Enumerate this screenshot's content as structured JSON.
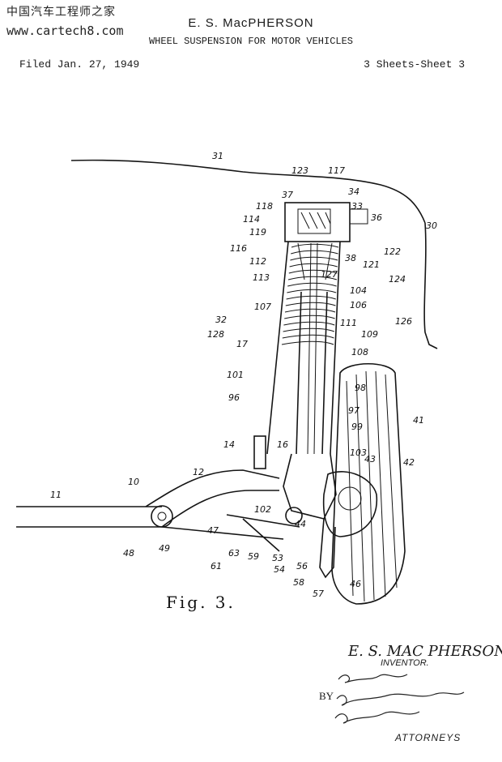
{
  "watermark": {
    "cn_text": "中国汽车工程师之家",
    "url": "www.cartech8.com"
  },
  "header": {
    "inventor": "E. S. MacPHERSON",
    "title": "WHEEL SUSPENSION FOR MOTOR VEHICLES",
    "filed": "Filed Jan. 27, 1949",
    "sheets": "3 Sheets-Sheet 3"
  },
  "figure": {
    "caption": "Fig. 3.",
    "reference_numerals": [
      "31",
      "123",
      "117",
      "37",
      "34",
      "118",
      "33",
      "114",
      "36",
      "30",
      "119",
      "116",
      "122",
      "38",
      "121",
      "112",
      "127",
      "124",
      "113",
      "104",
      "106",
      "107",
      "111",
      "126",
      "32",
      "128",
      "109",
      "17",
      "108",
      "101",
      "98",
      "96",
      "97",
      "41",
      "14",
      "16",
      "99",
      "103",
      "43",
      "42",
      "12",
      "10",
      "11",
      "102",
      "44",
      "48",
      "49",
      "47",
      "63",
      "59",
      "53",
      "56",
      "61",
      "54",
      "58",
      "57",
      "46"
    ]
  },
  "signature_block": {
    "inventor_name": "E. S. MAC PHERSON",
    "inventor_role": "INVENTOR.",
    "by": "BY",
    "attorney_signatures": [
      "E. C. McRae",
      "J. R. Faulkner",
      "T. H. Oster"
    ],
    "attorneys_label": "ATTORNEYS"
  },
  "colors": {
    "paper": "#ffffff",
    "ink": "#151515"
  }
}
